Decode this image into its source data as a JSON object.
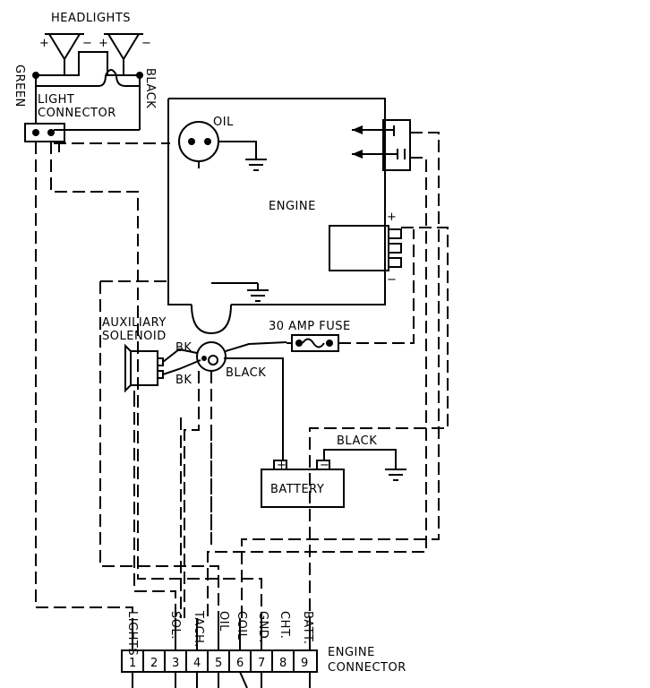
{
  "labels": {
    "headlights": "HEADLIGHTS",
    "green": "GREEN",
    "black_vertical": "BLACK",
    "light_connector_line1": "LIGHT",
    "light_connector_line2": "CONNECTOR",
    "oil": "OIL",
    "engine": "ENGINE",
    "auxiliary_line1": "AUXILIARY",
    "auxiliary_line2": "SOLENOID",
    "bk_upper": "BK",
    "bk_lower": "BK",
    "black_wire": "BLACK",
    "fuse": "30 AMP FUSE",
    "black_ground": "BLACK",
    "battery": "BATTERY",
    "plus": "+",
    "minus": "−",
    "engine_connector_line1": "ENGINE",
    "engine_connector_line2": "CONNECTOR"
  },
  "pin_labels": [
    "LIGHTS",
    "SOL.",
    "TACH.",
    "OIL",
    "COIL",
    "GND.",
    "CHT.",
    "BATT."
  ],
  "pins": [
    "1",
    "2",
    "3",
    "4",
    "5",
    "6",
    "7",
    "8",
    "9"
  ]
}
